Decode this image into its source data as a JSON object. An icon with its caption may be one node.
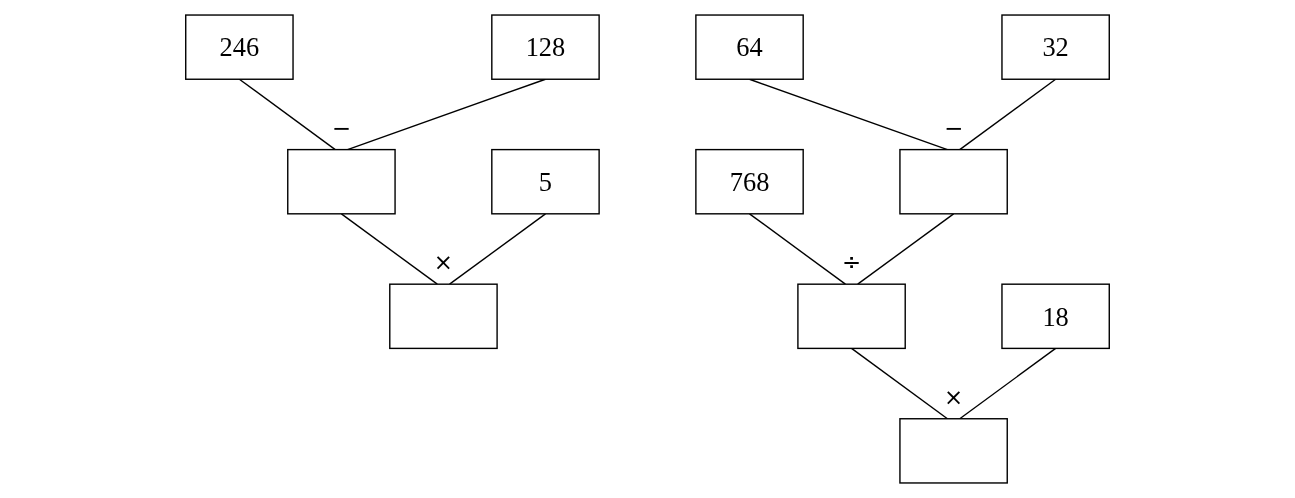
{
  "diagram": {
    "nodes": [
      {
        "text": [
          "246"
        ]
      },
      {
        "text": [
          "128"
        ]
      },
      {
        "text": [],
        "shape": "box",
        "beside": [
          "−"
        ]
      },
      {
        "text": [
          "5"
        ]
      },
      {
        "text": [],
        "shape": "box",
        "beside": [
          "×"
        ]
      },
      {
        "text": [
          "64"
        ]
      },
      {
        "text": [
          "32"
        ]
      },
      {
        "text": [
          "768"
        ]
      },
      {
        "text": [],
        "shape": "box",
        "beside": [
          "−"
        ]
      },
      {
        "text": [],
        "shape": "box",
        "beside": [
          "÷"
        ]
      },
      {
        "text": [
          "18"
        ]
      },
      {
        "text": [],
        "shape": "box",
        "beside": [
          "×"
        ]
      }
    ],
    "edges": [
      {
        "from": 0,
        "to": 2,
        "arrow": "none"
      },
      {
        "from": 1,
        "to": 2,
        "arrow": "none"
      },
      {
        "from": 2,
        "to": 4,
        "arrow": "none"
      },
      {
        "from": 3,
        "to": 4,
        "arrow": "none"
      },
      {
        "from": 5,
        "to": 8,
        "arrow": "none"
      },
      {
        "from": 6,
        "to": 8,
        "arrow": "none"
      },
      {
        "from": 7,
        "to": 9,
        "arrow": "none"
      },
      {
        "from": 8,
        "to": 9,
        "arrow": "none"
      },
      {
        "from": 9,
        "to": 11,
        "arrow": "none"
      },
      {
        "from": 10,
        "to": 11,
        "arrow": "none"
      }
    ]
  }
}
